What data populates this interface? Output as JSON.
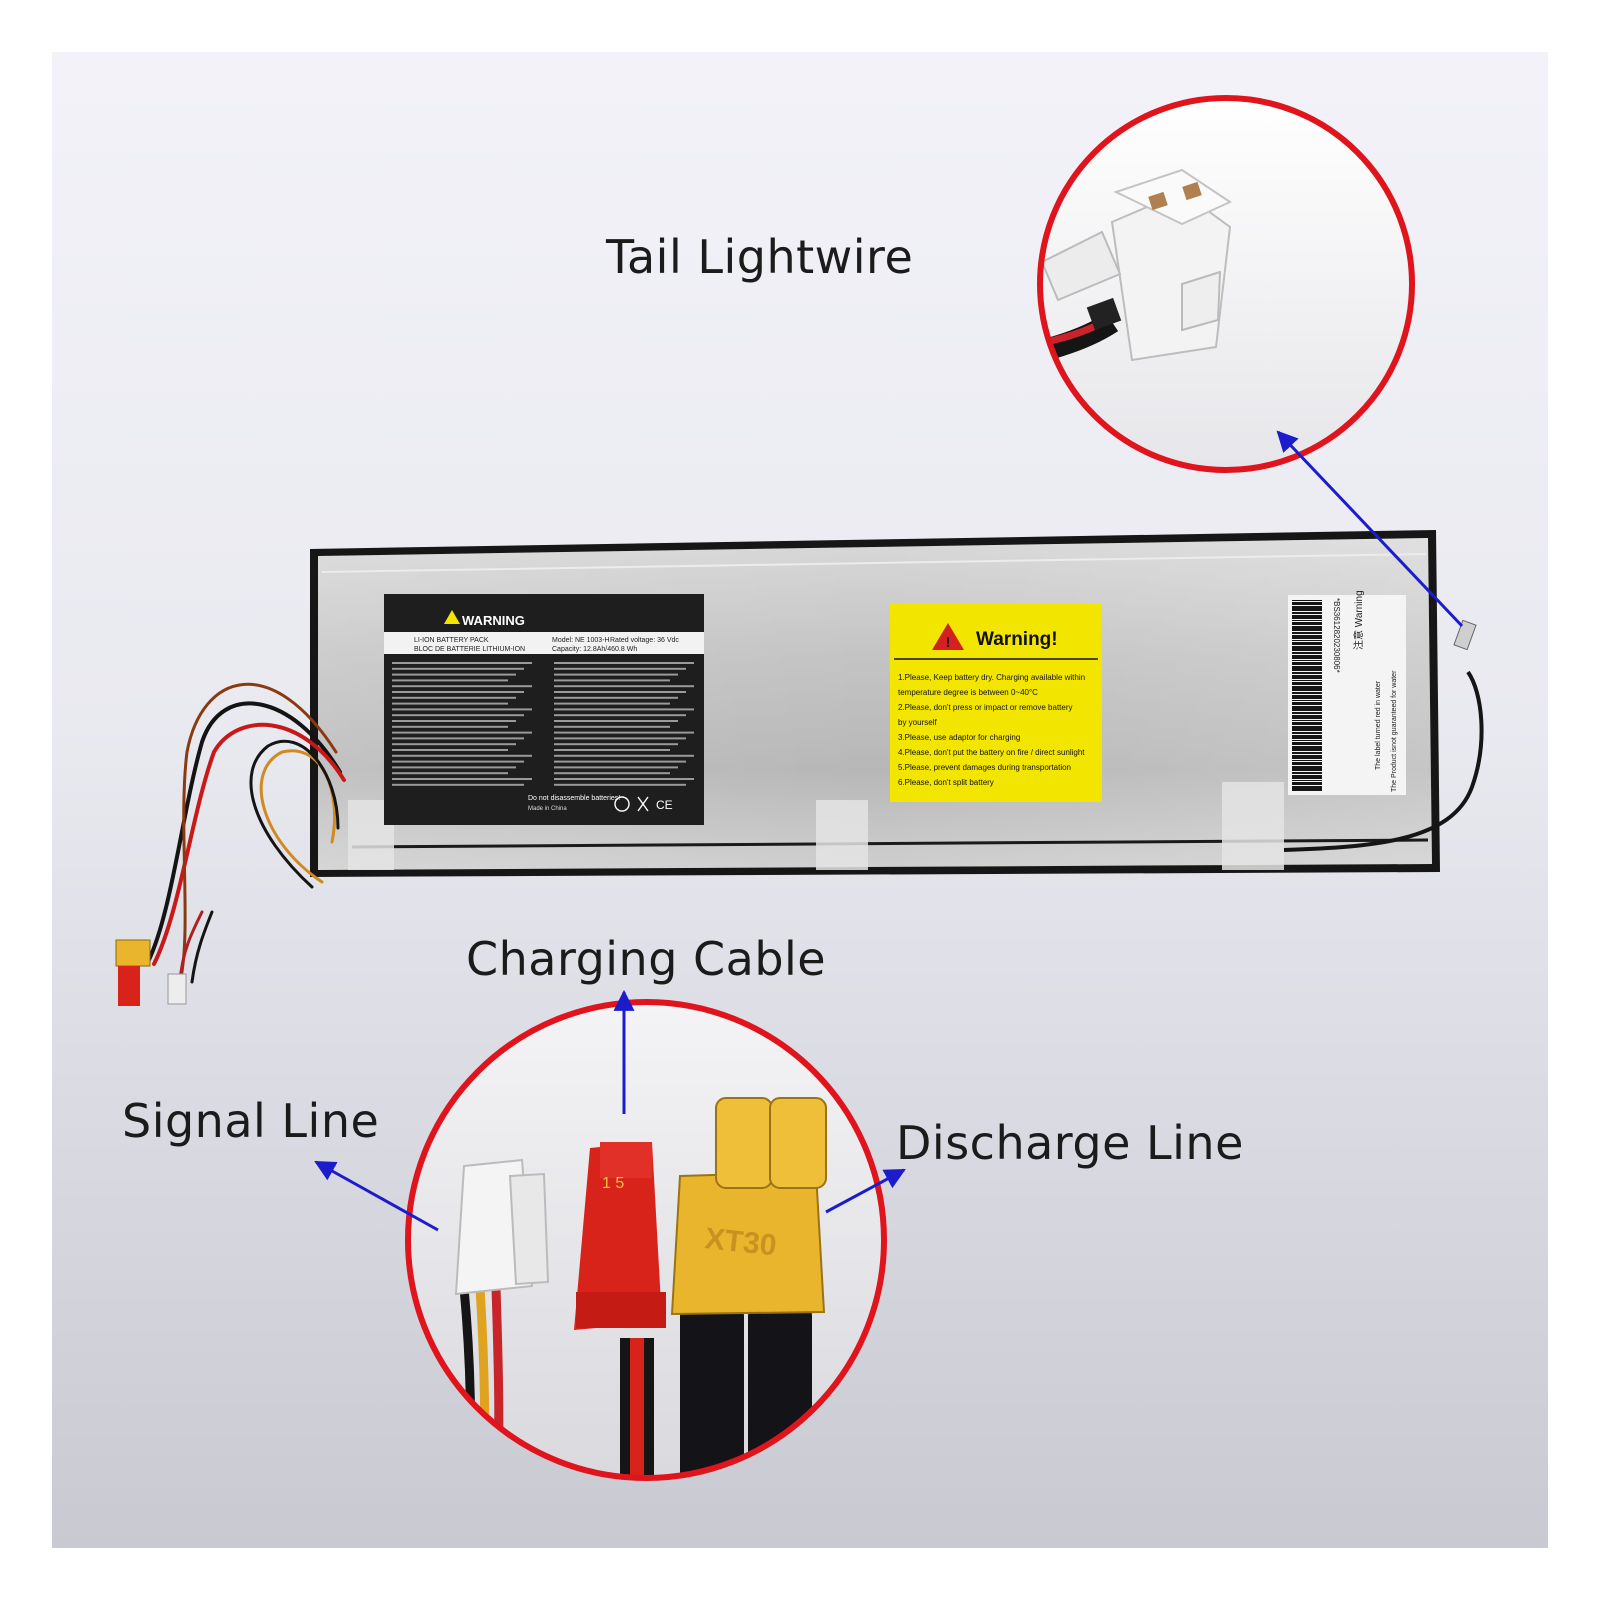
{
  "callouts": {
    "tail_lightwire": "Tail Lightwire",
    "charging_cable": "Charging Cable",
    "signal_line": "Signal Line",
    "discharge_line": "Discharge Line"
  },
  "battery_label": {
    "warning_title": "WARNING",
    "pack_line_1": "LI-ION BATTERY PACK",
    "pack_line_2": "BLOC DE BATTERIE LITHIUM-ION",
    "model": "Model: NE 1003-H",
    "rated_voltage": "Rated voltage: 36 Vdc",
    "capacity": "Capacity: 12.8Ah/460.8 Wh",
    "do_not_disassemble": "Do not disassemble batteries!",
    "made_in": "Made in China"
  },
  "yellow_label": {
    "title": "Warning!",
    "lines": [
      "1.Please, Keep battery dry. Charging available within",
      "temperature degree is between 0~40°C",
      "2.Please, don't press or impact or remove battery",
      "by yourself",
      "3.Please, use adaptor for charging",
      "4.Please, don't put the battery on fire / direct sunlight",
      "5.Please, prevent damages during transportation",
      "6.Please, don't split battery"
    ]
  },
  "barcode_label": {
    "serial": "*BS3612820230806*",
    "heading": "注意 Warning",
    "line_1": "The label turned red in water",
    "line_2": "The Product isnot guaranteed for water"
  },
  "connector_marks": {
    "xt30": "XT30"
  },
  "colors": {
    "circle": "#e0141c",
    "arrow": "#1c1ccc",
    "yellow_label": "#f2e600",
    "black_label": "#1e1e1e",
    "xt30_yellow": "#e9b52c",
    "jst_red": "#d8231b"
  }
}
